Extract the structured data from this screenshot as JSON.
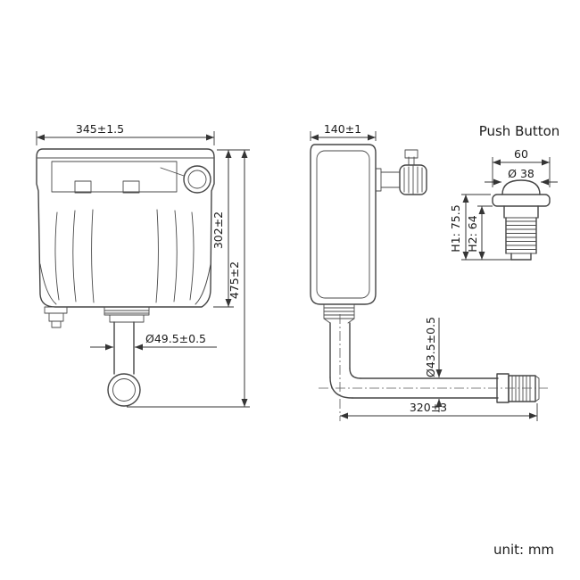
{
  "drawing": {
    "front_view": {
      "width_dim": "345±1.5",
      "tank_height_dim": "302±2",
      "total_height_dim": "475±2",
      "flush_pipe_diameter_dim": "Ø49.5±0.5"
    },
    "side_view": {
      "depth_dim": "140±1",
      "outlet_pipe_diameter_dim": "Ø43.5±0.5",
      "outlet_pipe_length_dim": "320±3"
    },
    "push_button": {
      "title": "Push Button",
      "width_dim": "60",
      "button_diameter_dim": "Ø 38",
      "height1_dim": "H1: 75.5",
      "height2_dim": "H2: 64"
    },
    "footer": {
      "unit_label": "unit: mm"
    }
  }
}
